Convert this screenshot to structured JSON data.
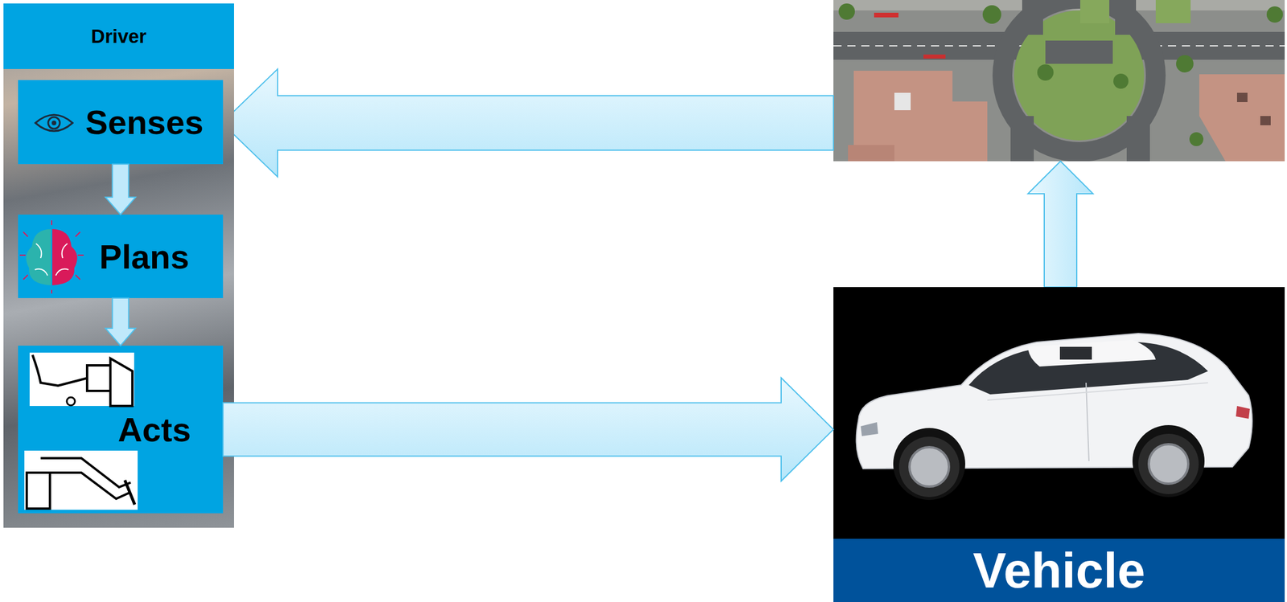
{
  "diagram": {
    "nodes": [
      {
        "text": [
          "Driver"
        ]
      },
      {
        "text": [
          "Senses"
        ],
        "in": 0
      },
      {
        "text": [
          "Plans"
        ],
        "in": 0
      },
      {
        "text": [
          "Acts"
        ],
        "in": 0
      },
      {
        "text": [
          "Vehicle"
        ]
      }
    ],
    "edges": [
      {
        "from": 1,
        "to": 2,
        "arrow": "to"
      },
      {
        "from": 2,
        "to": 3,
        "arrow": "to"
      },
      {
        "from": 3,
        "to": 4,
        "arrow": "to"
      }
    ]
  }
}
